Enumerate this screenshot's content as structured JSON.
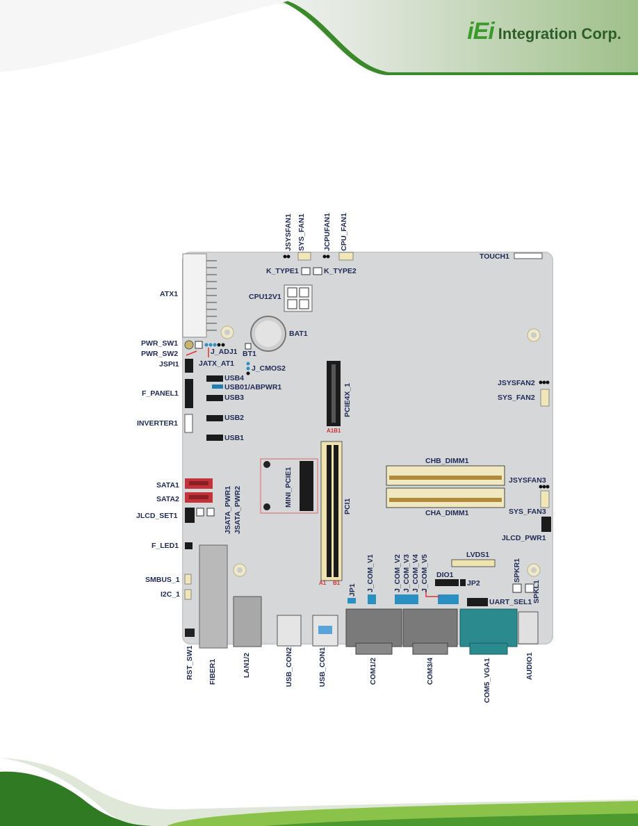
{
  "brand": {
    "logo_mark": "iEi",
    "logo_text": "Integration Corp."
  },
  "labels": {
    "jsysfan1": "JSYSFAN1",
    "sys_fan1": "SYS_FAN1",
    "jcpufan1": "JCPUFAN1",
    "cpu_fan1": "CPU_FAN1",
    "k_type1": "K_TYPE1",
    "k_type2": "K_TYPE2",
    "touch1": "TOUCH1",
    "atx1": "ATX1",
    "cpu12v1": "CPU12V1",
    "bat1": "BAT1",
    "pwr_sw1": "PWR_SW1",
    "pwr_sw2": "PWR_SW2",
    "j_adj1": "J_ADJ1",
    "bt1": "BT1",
    "jspi1": "JSPI1",
    "jatx_at1": "JATX_AT1",
    "j_cmos2": "J_CMOS2",
    "usb4": "USB4",
    "usb01_abpwr1": "USB01/ABPWR1",
    "usb3": "USB3",
    "usb2": "USB2",
    "usb1": "USB1",
    "f_panel1": "F_PANEL1",
    "inverter1": "INVERTER1",
    "pcie4x_1": "PCIE4X_1",
    "jsysfan2": "JSYSFAN2",
    "sys_fan2": "SYS_FAN2",
    "chb_dimm1": "CHB_DIMM1",
    "cha_dimm1": "CHA_DIMM1",
    "jsysfan3": "JSYSFAN3",
    "sys_fan3": "SYS_FAN3",
    "jlcd_pwr1": "JLCD_PWR1",
    "sata1": "SATA1",
    "sata2": "SATA2",
    "jlcd_set1": "JLCD_SET1",
    "jsata_pwr1": "JSATA_PWR1",
    "jsata_pwr2": "JSATA_PWR2",
    "mini_pcie1": "MINI_PCIE1",
    "pci1": "PCI1",
    "f_led1": "F_LED1",
    "smbus_1": "SMBUS_1",
    "i2c_1": "I2C_1",
    "rst_sw1": "RST_SW1",
    "fiber1": "FIBER1",
    "lan1_2": "LAN1/2",
    "usb_con2": "USB_CON2",
    "usb_con1": "USB_CON1",
    "com1_2": "COM1/2",
    "com3_4": "COM3/4",
    "com5_vga1": "COM5_VGA1",
    "audio1": "AUDIO1",
    "jp1": "JP1",
    "j_com_v1": "J_COM_V1",
    "j_com_v2": "J_COM_V2",
    "j_com_v3": "J_COM_V3",
    "j_com_v4": "J_COM_V4",
    "j_com_v5": "J_COM_V5",
    "dio1": "DIO1",
    "jp2": "JP2",
    "lvds1": "LVDS1",
    "spkr1": "SPKR1",
    "spkl1": "SPKL1",
    "uart_sel1": "UART_SEL1",
    "a1": "A1",
    "b1": "B1",
    "a1b1": "A1B1"
  },
  "colors": {
    "board": "#d6d7d9",
    "label": "#1f2a55",
    "sata": "#c4323a",
    "jumper_blue": "#2a8fc1",
    "fan_conn": "#f1e6b8",
    "vga_blue": "#2a8a8e",
    "brand_green": "#3b9a2c"
  }
}
